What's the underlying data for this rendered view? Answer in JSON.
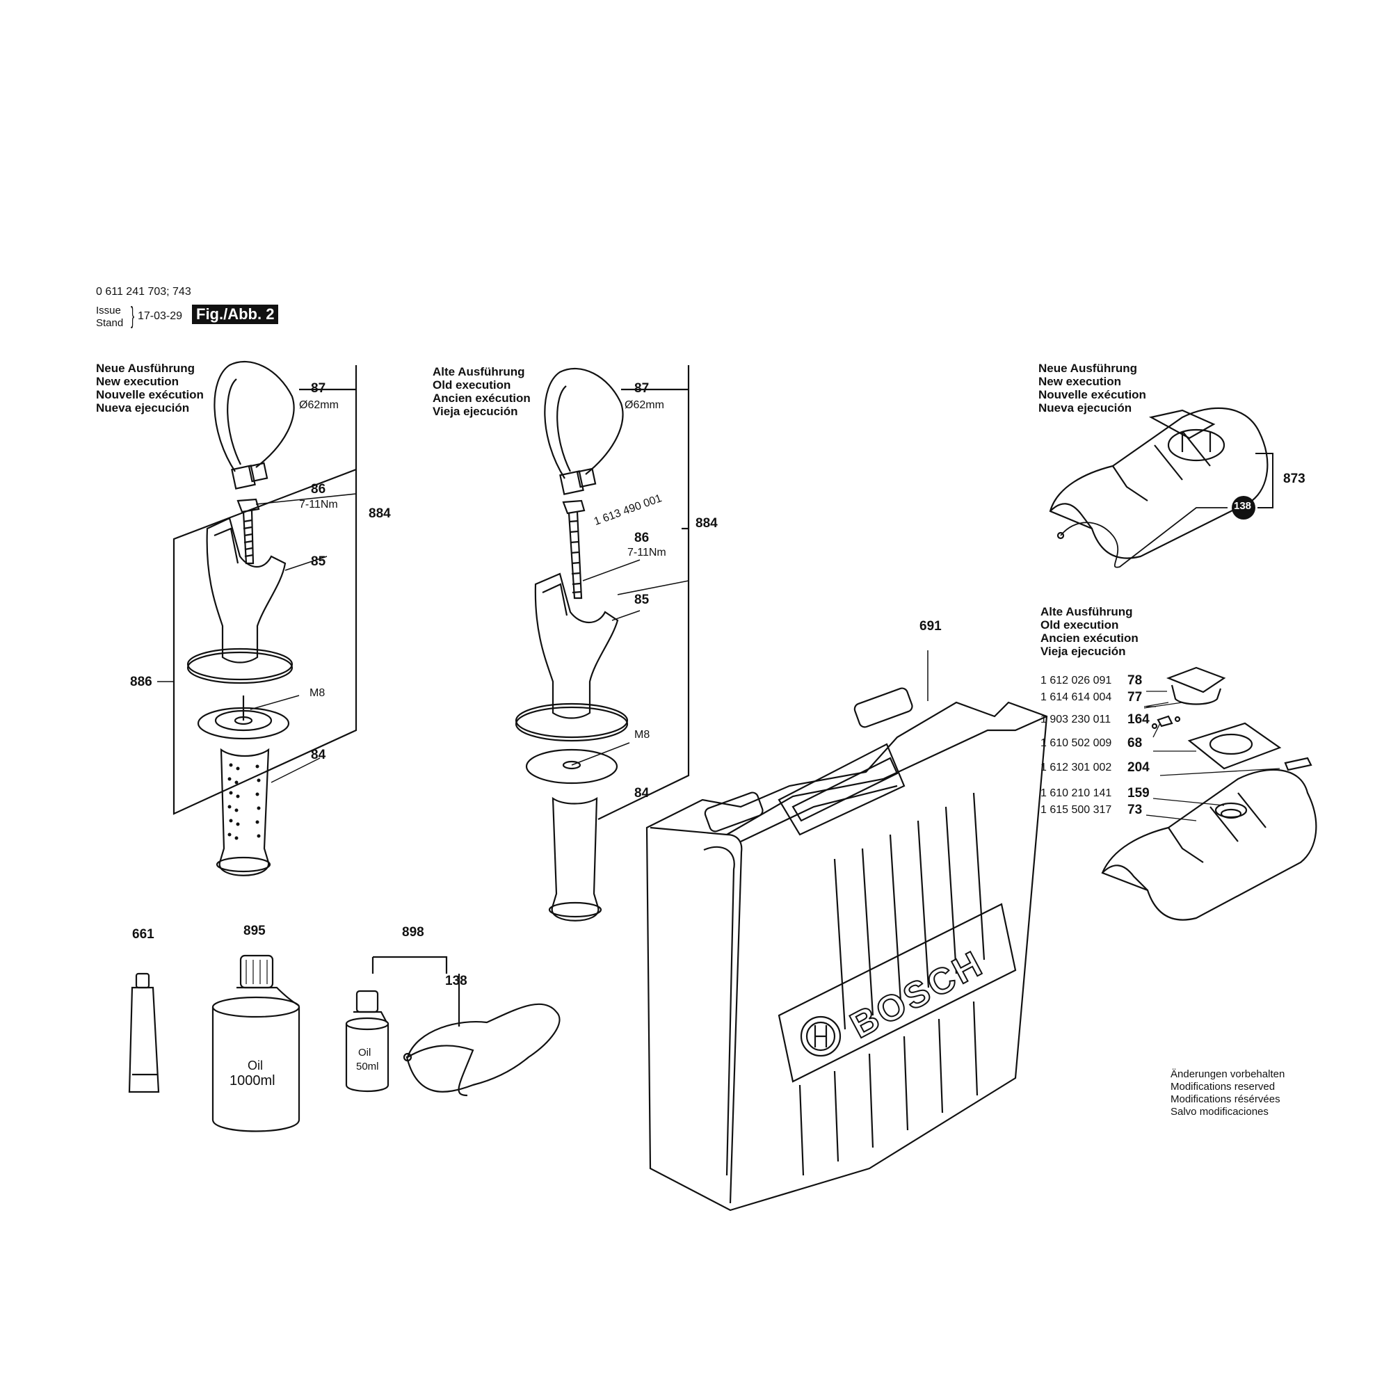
{
  "header": {
    "model": "0 611 241 703; 743",
    "issue_label": "Issue",
    "stand_label": "Stand",
    "date": "17-03-29",
    "figure": "Fig./Abb. 2"
  },
  "block_new": [
    "Neue Ausführung",
    "New execution",
    "Nouvelle exécution",
    "Nueva ejecución"
  ],
  "block_old": [
    "Alte Ausführung",
    "Old execution",
    "Ancien exécution",
    "Vieja ejecución"
  ],
  "left_handle": {
    "labels": {
      "n87": "87",
      "d62": "Ø62mm",
      "n86": "86",
      "torque": "7-11Nm",
      "n884": "884",
      "n85": "85",
      "n886": "886",
      "m8": "M8",
      "n84": "84"
    }
  },
  "middle_handle": {
    "labels": {
      "n87": "87",
      "d62": "Ø62mm",
      "partno": "1 613 490 001",
      "n86": "86",
      "torque": "7-11Nm",
      "n884": "884",
      "n85": "85",
      "m8": "M8",
      "n84": "84"
    }
  },
  "accessories": {
    "n661": "661",
    "n895": "895",
    "oil_big": [
      "Oil",
      "1000ml"
    ],
    "n898": "898",
    "n138": "138",
    "oil_small": [
      "Oil",
      "50ml"
    ]
  },
  "case": {
    "n691": "691",
    "brand": "BOSCH"
  },
  "cover_new": {
    "n873": "873",
    "n138": "138"
  },
  "old_parts": [
    {
      "pn": "1 612 026 091",
      "num": "78"
    },
    {
      "pn": "1 614 614 004",
      "num": "77"
    },
    {
      "pn": "1 903 230 011",
      "num": "164"
    },
    {
      "pn": "1 610 502 009",
      "num": "68"
    },
    {
      "pn": "1 612 301 002",
      "num": "204"
    },
    {
      "pn": "1 610 210 141",
      "num": "159"
    },
    {
      "pn": "1 615 500 317",
      "num": "73"
    }
  ],
  "notice": [
    "Änderungen vorbehalten",
    "Modifications reserved",
    "Modifications résérvées",
    "Salvo modificaciones"
  ]
}
